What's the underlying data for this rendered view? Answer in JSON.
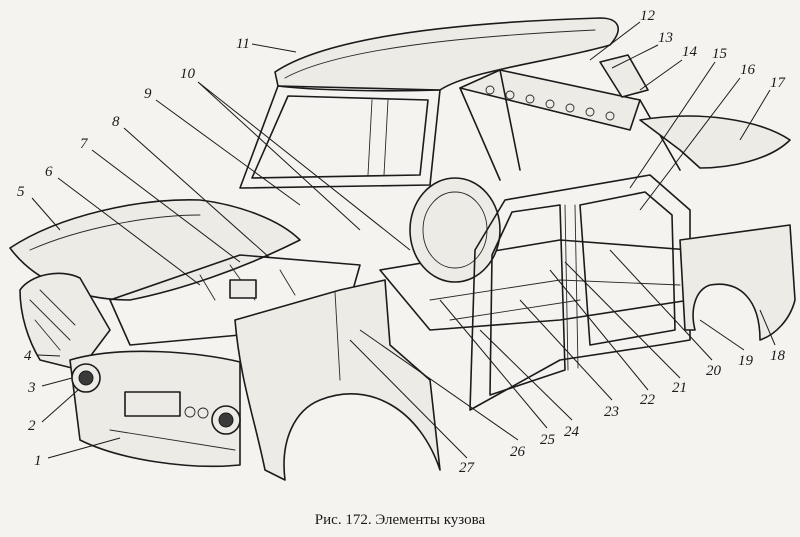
{
  "caption": "Рис. 172. Элементы кузова",
  "callouts": [
    "1",
    "2",
    "3",
    "4",
    "5",
    "6",
    "7",
    "8",
    "9",
    "10",
    "11",
    "12",
    "13",
    "14",
    "15",
    "16",
    "17",
    "18",
    "19",
    "20",
    "21",
    "22",
    "23",
    "24",
    "25",
    "26",
    "27"
  ]
}
